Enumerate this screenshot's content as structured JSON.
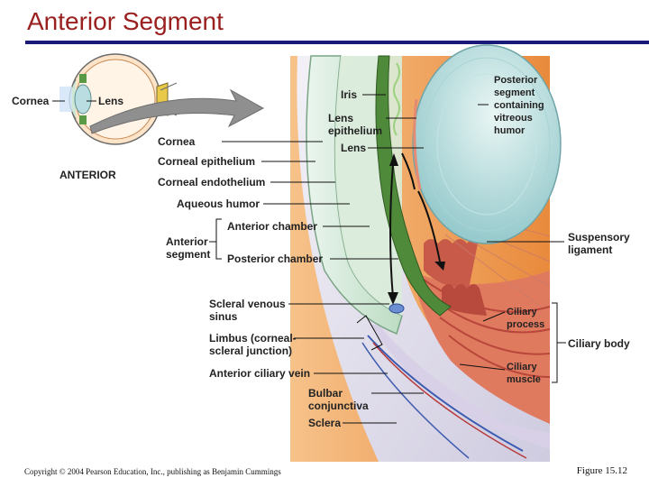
{
  "title": "Anterior Segment",
  "inset": {
    "cornea_label": "Cornea",
    "lens_label": "Lens",
    "anterior_label": "ANTERIOR"
  },
  "labels_left": {
    "cornea": "Cornea",
    "corneal_epithelium": "Corneal epithelium",
    "corneal_endothelium": "Corneal endothelium",
    "aqueous_humor": "Aqueous humor",
    "anterior_segment_line1": "Anterior",
    "anterior_segment_line2": "segment",
    "anterior_chamber": "Anterior chamber",
    "posterior_chamber": "Posterior chamber",
    "scleral_venous_sinus_line1": "Scleral venous",
    "scleral_venous_sinus_line2": "sinus",
    "limbus_line1": "Limbus (corneal-",
    "limbus_line2": "scleral junction)",
    "anterior_ciliary_vein": "Anterior ciliary vein",
    "bulbar_conjunctiva_line1": "Bulbar",
    "bulbar_conjunctiva_line2": "conjunctiva",
    "sclera": "Sclera"
  },
  "labels_top": {
    "iris": "Iris",
    "lens_epithelium_line1": "Lens",
    "lens_epithelium_line2": "epithelium",
    "lens": "Lens"
  },
  "labels_right": {
    "posterior_segment_line1": "Posterior",
    "posterior_segment_line2": "segment",
    "posterior_segment_line3": "containing",
    "posterior_segment_line4": "vitreous",
    "posterior_segment_line5": "humor",
    "suspensory_ligament_line1": "Suspensory",
    "suspensory_ligament_line2": "ligament",
    "ciliary_process_line1": "Ciliary",
    "ciliary_process_line2": "process",
    "ciliary_body": "Ciliary body",
    "ciliary_muscle_line1": "Ciliary",
    "ciliary_muscle_line2": "muscle"
  },
  "footer": {
    "copyright": "Copyright © 2004 Pearson Education, Inc., publishing as Benjamin Cummings",
    "figure": "Figure 15.12"
  },
  "colors": {
    "title": "#9a1f1f",
    "rule": "#1a1a7a",
    "cornea": "#cfe8d6",
    "lens": "#b9dde0",
    "vitreous": "#f2a35a",
    "sclera": "#e8e6ee",
    "iris": "#4f8a3a",
    "ciliary": "#d9604a"
  }
}
